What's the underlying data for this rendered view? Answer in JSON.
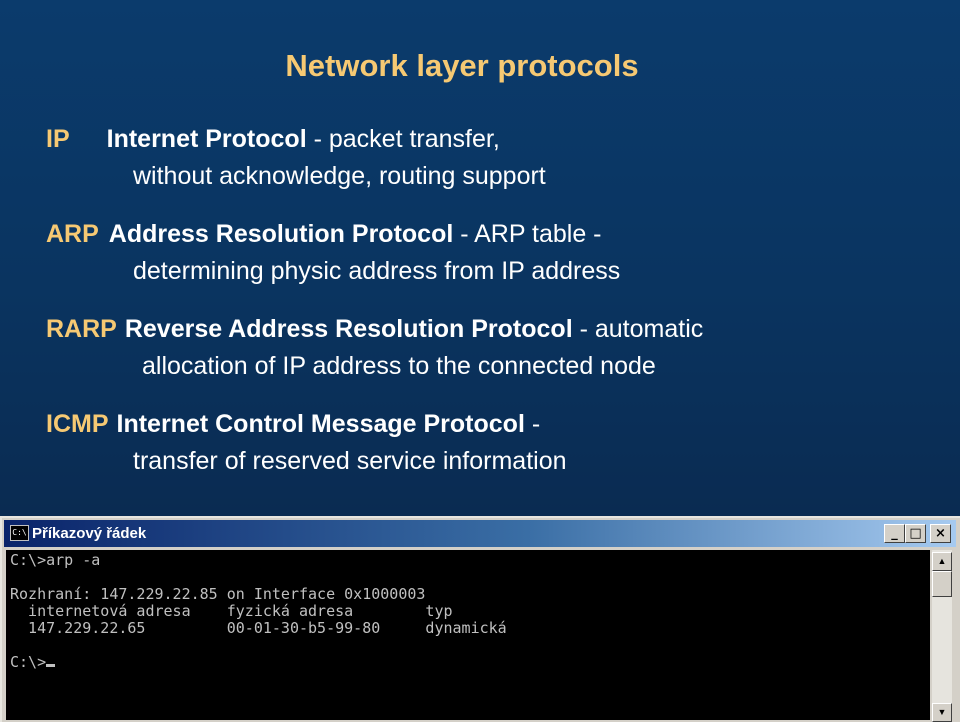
{
  "slide": {
    "title": "Network layer protocols",
    "protocols": [
      {
        "abbr": "IP",
        "full": "Internet Protocol",
        "desc1": " - packet transfer,",
        "desc2": "without acknowledge, routing support"
      },
      {
        "abbr": "ARP",
        "full": "Address Resolution Protocol",
        "desc1": " - ARP table -",
        "desc2": "determining physic address from IP address"
      },
      {
        "abbr": "RARP",
        "full": "Reverse Address Resolution Protocol",
        "desc1": " - automatic",
        "desc2": "allocation of IP address to the connected node"
      },
      {
        "abbr": "ICMP",
        "full": "Internet Control Message Protocol",
        "desc1": " -",
        "desc2": "transfer of reserved service information"
      }
    ]
  },
  "console": {
    "icon_label": "C:\\",
    "window_title": "Příkazový řádek",
    "controls": {
      "minimize": "_",
      "maximize": "□",
      "close": "×"
    },
    "lines": [
      "C:\\>arp -a",
      "",
      "Rozhraní: 147.229.22.85 on Interface 0x1000003",
      "  internetová adresa    fyzická adresa        typ",
      "  147.229.22.65         00-01-30-b5-99-80     dynamická",
      "",
      "C:\\>"
    ],
    "scroll_up": "▲",
    "scroll_down": "▼",
    "colors": {
      "titlebar_start": "#0a246a",
      "titlebar_end": "#a6caf0",
      "terminal_bg": "#000000",
      "terminal_fg": "#c0c0c0"
    }
  }
}
